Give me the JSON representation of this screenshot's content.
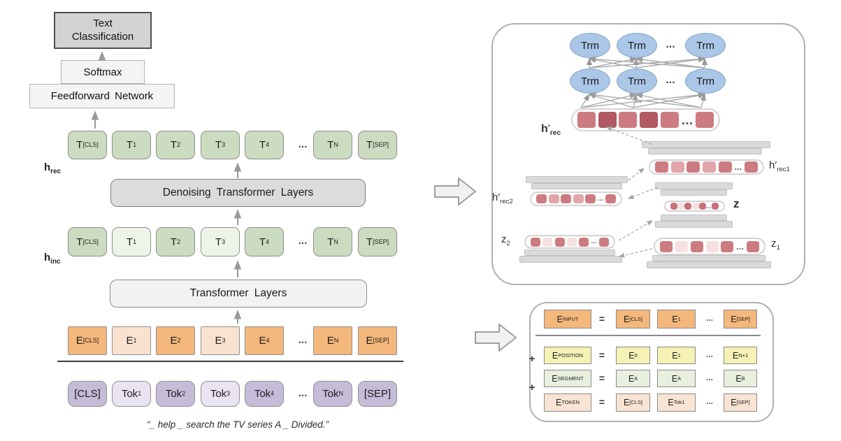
{
  "misc": {
    "dots": "...",
    "plus": "+",
    "equals": "=",
    "prime": "′"
  },
  "colors": {
    "green": "#cbdcc0",
    "green_light": "#eef4e8",
    "orange": "#f4b77c",
    "orange_light": "#f9e2cf",
    "purple": "#c6bcd8",
    "purple_light": "#e9e3f2",
    "trm_fill": "#abc7e7",
    "trm_border": "#84a3c6",
    "sq_mid": "#cc7c81",
    "sq_dark": "#b25963",
    "sq_light": "#e2a6aa",
    "sq_pale": "#f6e0e0",
    "sq_red": "#c7717a",
    "eq_yellow": "#f6f1b5",
    "eq_green": "#e9efdf",
    "eq_peach": "#f9e4d4",
    "panel_border": "#b1b1b1",
    "class_box_gray": "#d3d3d3"
  },
  "left": {
    "text_classification": "Text Classification",
    "softmax": "Softmax",
    "feedforward": "Feedforward Network",
    "denoising": "Denoising Transformer Layers",
    "transformer": "Transformer Layers",
    "h_rec": {
      "pre": "h",
      "sub": "rec",
      "bold": true
    },
    "h_inc": {
      "pre": "h",
      "sub": "inc",
      "bold": true
    },
    "caption": "“_ help _ search the TV series A _ Divided.”",
    "rows": {
      "t_top": [
        {
          "t": "T",
          "s": "[CLS]"
        },
        {
          "t": "T",
          "s": "1"
        },
        {
          "t": "T",
          "s": "2"
        },
        {
          "t": "T",
          "s": "3"
        },
        {
          "t": "T",
          "s": "4"
        },
        {
          "t": "T",
          "s": "N"
        },
        {
          "t": "T",
          "s": "[SEP]"
        }
      ],
      "t_mid": [
        {
          "t": "T",
          "s": "[CLS]"
        },
        {
          "t": "T",
          "s": "1",
          "v": "l"
        },
        {
          "t": "T",
          "s": "2"
        },
        {
          "t": "T",
          "s": "3",
          "v": "l"
        },
        {
          "t": "T",
          "s": "4"
        },
        {
          "t": "T",
          "s": "N"
        },
        {
          "t": "T",
          "s": "[SEP]"
        }
      ],
      "e_row": [
        {
          "t": "E",
          "s": "[CLS]"
        },
        {
          "t": "E",
          "s": "1",
          "v": "l"
        },
        {
          "t": "E",
          "s": "2"
        },
        {
          "t": "E",
          "s": "3",
          "v": "l"
        },
        {
          "t": "E",
          "s": "4"
        },
        {
          "t": "E",
          "s": "N"
        },
        {
          "t": "E",
          "s": "[SEP]"
        }
      ],
      "tok_row": [
        {
          "t": "[CLS]"
        },
        {
          "t": "Tok",
          "s": "1",
          "v": "l"
        },
        {
          "t": "Tok",
          "s": "2"
        },
        {
          "t": "Tok",
          "s": "3",
          "v": "l"
        },
        {
          "t": "Tok",
          "s": "4"
        },
        {
          "t": "Tok",
          "s": "N"
        },
        {
          "t": "[SEP]"
        }
      ]
    }
  },
  "right_top": {
    "trm_label": "Trm",
    "strips": {
      "hrec": {
        "cells": [
          "mid",
          "dark",
          "mid",
          "dark",
          "mid",
          "dots",
          "mid"
        ],
        "label": {
          "pre": "h",
          "prime": true,
          "sub": "rec",
          "bold": true
        }
      },
      "hrec1": {
        "cells": [
          "mid",
          "light",
          "mid",
          "light",
          "mid",
          "dots",
          "mid"
        ],
        "label": {
          "pre": "h",
          "prime": true,
          "sub": "rec1"
        }
      },
      "hrec2": {
        "cells": [
          "mid",
          "light",
          "mid",
          "light",
          "mid",
          "dots",
          "mid"
        ],
        "label": {
          "pre": "h",
          "prime": true,
          "sub": "rec2"
        }
      },
      "z": {
        "cells": [
          "red",
          "pale",
          "red",
          "pale",
          "red",
          "dots",
          "red"
        ],
        "label": {
          "pre": "z",
          "bold": true
        }
      },
      "z2": {
        "cells": [
          "mid",
          "pale",
          "mid",
          "pale",
          "mid",
          "dots",
          "mid"
        ],
        "label": {
          "pre": "z",
          "sub": "2"
        }
      },
      "z1": {
        "cells": [
          "mid",
          "pale",
          "mid",
          "pale",
          "mid",
          "dots",
          "mid"
        ],
        "label": {
          "pre": "z",
          "sub": "1"
        }
      }
    }
  },
  "right_bottom": {
    "letter": "E",
    "rows": [
      {
        "lhs_sub": "INPUT",
        "color": "o",
        "cells": [
          "[CLS]",
          "1",
          "dots",
          "[SEP]"
        ]
      },
      {
        "lhs_sub": "POSITION",
        "color": "y",
        "cells": [
          "0",
          "1",
          "dots",
          "N+1"
        ]
      },
      {
        "lhs_sub": "SEGMENT",
        "color": "g",
        "cells": [
          "A",
          "A",
          "dots",
          "B"
        ]
      },
      {
        "lhs_sub": "TOKEN",
        "color": "p",
        "cells": [
          "[CLS]",
          "Tok1",
          "dots",
          "[SEP]"
        ]
      }
    ]
  }
}
